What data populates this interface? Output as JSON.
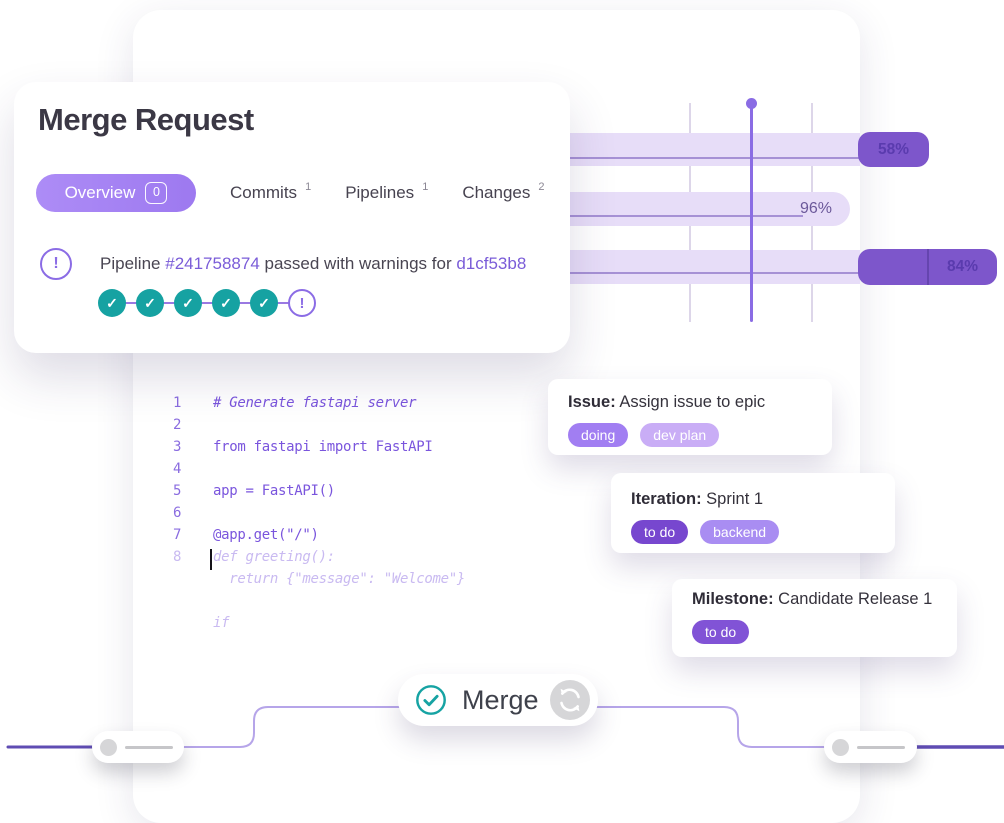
{
  "colors": {
    "accent_purple": "#7a5cd8",
    "tab_pill_purple": "#a484f0",
    "bar_light": "#e7ddf8",
    "bar_dark": "#7d56cb",
    "teal_success": "#16a2a2",
    "ghost_code": "#c9baf1"
  },
  "merge_request": {
    "title": "Merge Request",
    "tabs": [
      {
        "label": "Overview",
        "badge": "0"
      },
      {
        "label": "Commits",
        "count": "1"
      },
      {
        "label": "Pipelines",
        "count": "1"
      },
      {
        "label": "Changes",
        "count": "2"
      }
    ],
    "status": {
      "icon": "!",
      "text_prefix": "Pipeline",
      "pipeline_link": "#241758874",
      "text_middle": "passed with warnings for",
      "commit_link": "d1cf53b8"
    },
    "pipeline_stages": {
      "check": "✓",
      "warning": "!",
      "passed_count": 5,
      "warning_count": 1
    }
  },
  "chart_data": {
    "type": "bar",
    "orientation": "horizontal",
    "categories": [
      "row-1",
      "row-2",
      "row-3"
    ],
    "values": [
      58,
      96,
      84
    ],
    "labels": [
      "58%",
      "96%",
      "84%"
    ],
    "title": "",
    "xlabel": "",
    "ylabel": "",
    "grid": "vertical gridlines with purple today-marker line and dot",
    "legend": "none"
  },
  "code_editor": {
    "lines": [
      {
        "num": "1",
        "text": "# Generate fastapi server",
        "kind": "comment"
      },
      {
        "num": "2",
        "text": "",
        "kind": "code"
      },
      {
        "num": "3",
        "text": "from fastapi import FastAPI",
        "kind": "code"
      },
      {
        "num": "4",
        "text": "",
        "kind": "code"
      },
      {
        "num": "5",
        "text": "app = FastAPI()",
        "kind": "code"
      },
      {
        "num": "6",
        "text": "",
        "kind": "code"
      },
      {
        "num": "7",
        "text": "@app.get(\"/\")",
        "kind": "code"
      },
      {
        "num": "8",
        "text": "def greeting():",
        "kind": "ghost"
      },
      {
        "num": "",
        "text": "  return {\"message\": \"Welcome\"}",
        "kind": "ghost"
      },
      {
        "num": "",
        "text": "",
        "kind": "ghost"
      },
      {
        "num": "",
        "text": "if",
        "kind": "ghost"
      }
    ]
  },
  "work_items": [
    {
      "type_label": "Issue:",
      "title": " Assign issue to epic",
      "tags": [
        {
          "label": "doing"
        },
        {
          "label": "dev plan"
        }
      ]
    },
    {
      "type_label": "Iteration:",
      "title": " Sprint 1",
      "tags": [
        {
          "label": "to do"
        },
        {
          "label": "backend"
        }
      ]
    },
    {
      "type_label": "Milestone:",
      "title": " Candidate Release 1",
      "tags": [
        {
          "label": "to do"
        }
      ]
    }
  ],
  "merge_action": {
    "label": "Merge"
  }
}
